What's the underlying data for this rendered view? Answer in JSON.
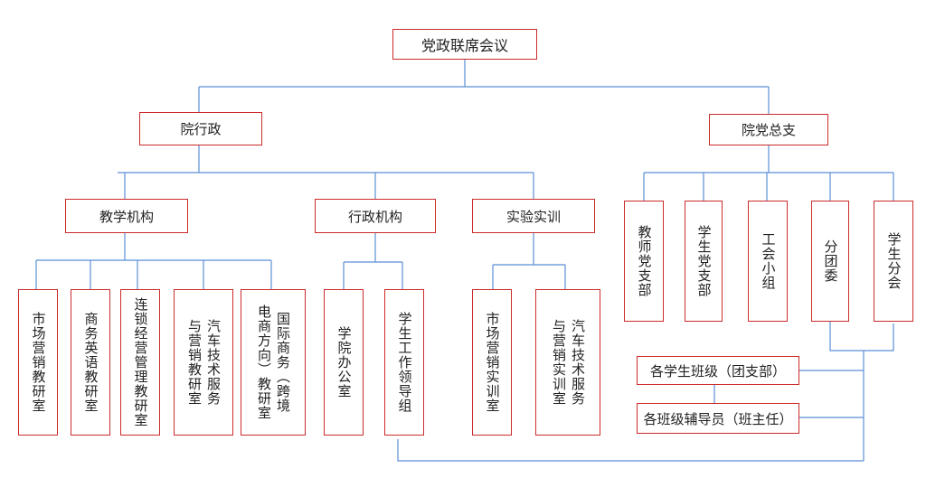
{
  "title": "党政联席会议",
  "level1": {
    "left": "院行政",
    "right": "院党总支"
  },
  "admin_groups": {
    "teaching": "教学机构",
    "admin": "行政机构",
    "lab": "实验实训"
  },
  "teaching_units": [
    {
      "lines": [
        "市场营销教研室"
      ]
    },
    {
      "lines": [
        "商务英语教研室"
      ]
    },
    {
      "lines": [
        "连锁经营管理教研室"
      ]
    },
    {
      "lines": [
        "汽车技术服务",
        "与营销教研室"
      ]
    },
    {
      "lines": [
        "国际商务（跨境",
        "电商方向）教研室"
      ]
    }
  ],
  "admin_units": [
    {
      "lines": [
        "学院办公室"
      ]
    },
    {
      "lines": [
        "学生工作领导组"
      ]
    }
  ],
  "lab_units": [
    {
      "lines": [
        "市场营销实训室"
      ]
    },
    {
      "lines": [
        "汽车技术服务",
        "与营销实训室"
      ]
    }
  ],
  "party_units": [
    {
      "lines": [
        "教师党支部"
      ]
    },
    {
      "lines": [
        "学生党支部"
      ]
    },
    {
      "lines": [
        "工会小组"
      ]
    },
    {
      "lines": [
        "分团委"
      ]
    },
    {
      "lines": [
        "学生分会"
      ]
    }
  ],
  "class_level": {
    "classes": "各学生班级（团支部）",
    "counselors": "各班级辅导员（班主任）"
  },
  "colors": {
    "connector": "#5b8fd6",
    "border": "#cc2a2a"
  }
}
